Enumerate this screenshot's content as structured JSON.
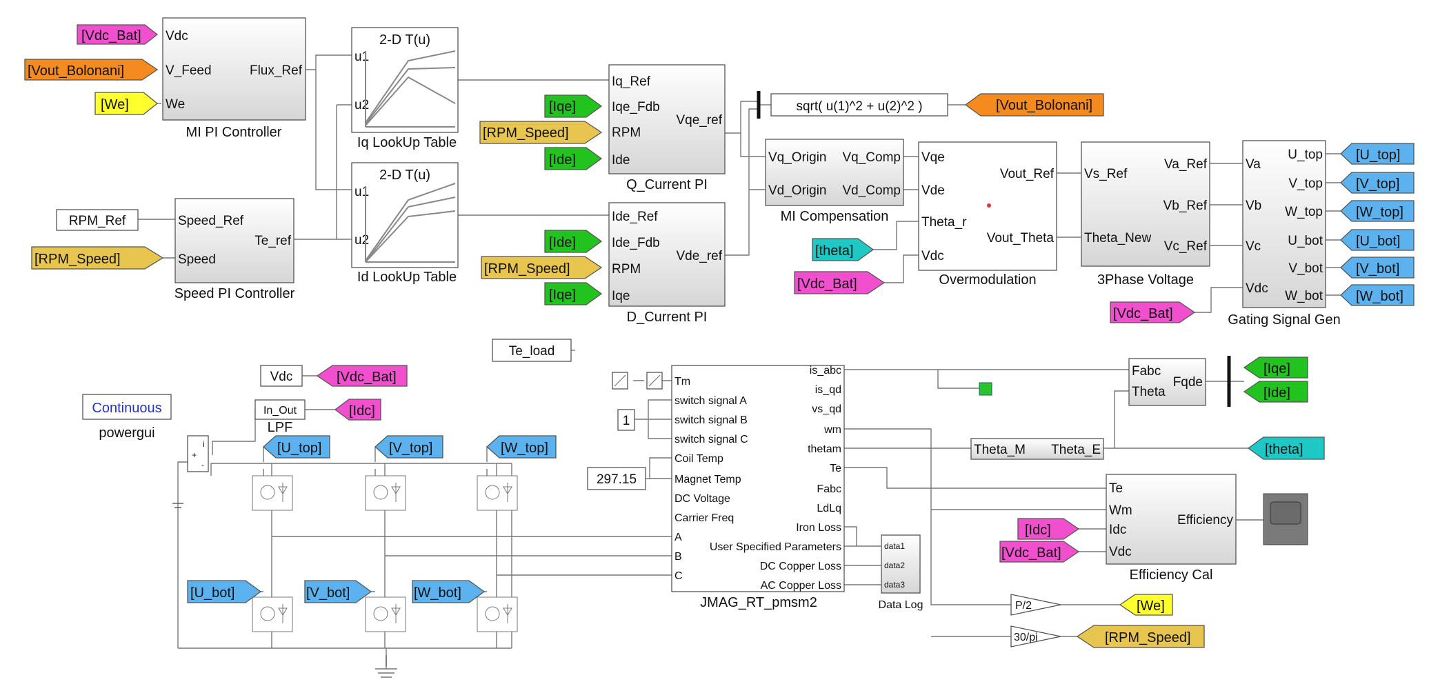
{
  "colors": {
    "magenta": "#f24fcf",
    "orange": "#f58a1f",
    "yellow": "#ffff2e",
    "green": "#22c21f",
    "gold": "#e8c54e",
    "blue": "#5cb2ee",
    "cyan": "#1ec8c4"
  },
  "blocks": {
    "mi_pi": {
      "title": "MI PI Controller",
      "in": [
        "Vdc",
        "V_Feed",
        "We"
      ],
      "out": "Flux_Ref"
    },
    "iq_lut": {
      "title": "Iq LookUp Table",
      "name": "2-D T(u)",
      "in": [
        "u1",
        "u2"
      ]
    },
    "id_lut": {
      "title": "Id LookUp Table",
      "name": "2-D T(u)",
      "in": [
        "u1",
        "u2"
      ]
    },
    "speed_pi": {
      "title": "Speed PI Controller",
      "in": [
        "Speed_Ref",
        "Speed"
      ],
      "out": "Te_ref"
    },
    "rpm_ref": {
      "text": "RPM_Ref"
    },
    "q_pi": {
      "title": "Q_Current PI",
      "in": [
        "Iq_Ref",
        "Iqe_Fdb",
        "RPM",
        "Ide"
      ],
      "out": "Vqe_ref"
    },
    "d_pi": {
      "title": "D_Current PI",
      "in": [
        "Ide_Ref",
        "Ide_Fdb",
        "RPM",
        "Iqe"
      ],
      "out": "Vde_ref"
    },
    "sqrt_fcn": {
      "text": "sqrt( u(1)^2 + u(2)^2 )"
    },
    "mi_comp": {
      "title": "MI Compensation",
      "in": [
        "Vq_Origin",
        "Vd_Origin"
      ],
      "out": [
        "Vq_Comp",
        "Vd_Comp"
      ]
    },
    "overmod": {
      "title": "Overmodulation",
      "in": [
        "Vqe",
        "Vde",
        "Theta_r",
        "Vdc"
      ],
      "out": [
        "Vout_Ref",
        "Vout_Theta"
      ]
    },
    "three_phase": {
      "title": "3Phase Voltage",
      "in": [
        "Vs_Ref",
        "Theta_New"
      ],
      "out": [
        "Va_Ref",
        "Vb_Ref",
        "Vc_Ref"
      ]
    },
    "gating": {
      "title": "Gating Signal Gen",
      "in": [
        "Va",
        "Vb",
        "Vc",
        "Vdc"
      ],
      "out": [
        "U_top",
        "V_top",
        "W_top",
        "U_bot",
        "V_bot",
        "W_bot"
      ]
    },
    "te_load": {
      "text": "Te_load"
    },
    "vdc_const": {
      "text": "Vdc"
    },
    "lpf": {
      "title": "LPF",
      "text": "In_Out"
    },
    "powergui": {
      "text": "Continuous",
      "title": "powergui"
    },
    "const_one": {
      "text": "1"
    },
    "const_temp": {
      "text": "297.15"
    },
    "jmag": {
      "title": "JMAG_RT_pmsm2",
      "in": [
        "Tm",
        "switch signal A",
        "switch signal B",
        "switch signal C",
        "Coil Temp",
        "Magnet Temp",
        "DC Voltage",
        "Carrier Freq",
        "A",
        "B",
        "C"
      ],
      "out": [
        "is_abc",
        "is_qd",
        "vs_qd",
        "wm",
        "thetam",
        "Te",
        "Fabc",
        "LdLq",
        "Iron Loss",
        "User Specified Parameters",
        "DC Copper Loss",
        "AC Copper Loss"
      ]
    },
    "datalog": {
      "title": "Data Log",
      "in": [
        "data1",
        "data2",
        "data3"
      ]
    },
    "fabc_fqde": {
      "in": [
        "Fabc",
        "Theta"
      ],
      "out": "Fqde"
    },
    "theta_conv": {
      "in": "Theta_M",
      "out": "Theta_E"
    },
    "eff_cal": {
      "title": "Efficiency Cal",
      "in": [
        "Te",
        "Wm",
        "Idc",
        "Vdc"
      ],
      "out": "Efficiency"
    },
    "gain_p2": {
      "text": "P/2"
    },
    "gain_30pi": {
      "text": "30/pi"
    }
  },
  "tags": {
    "vdc_bat": "[Vdc_Bat]",
    "vout_bolonani": "[Vout_Bolonani]",
    "we": "[We]",
    "rpm_speed": "[RPM_Speed]",
    "iqe": "[Iqe]",
    "ide": "[Ide]",
    "theta": "[theta]",
    "idc": "[Idc]",
    "u_top": "[U_top]",
    "v_top": "[V_top]",
    "w_top": "[W_top]",
    "u_bot": "[U_bot]",
    "v_bot": "[V_bot]",
    "w_bot": "[W_bot]"
  }
}
